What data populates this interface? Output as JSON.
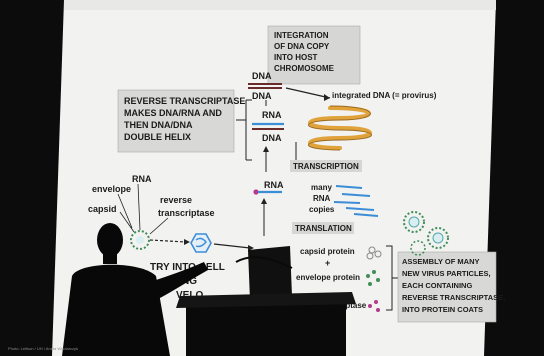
{
  "slide": {
    "integration_box": [
      "INTEGRATION",
      "OF DNA COPY",
      "INTO HOST",
      "CHROMOSOME"
    ],
    "rt_box": [
      "REVERSE TRANSCRIPTASE",
      "MAKES DNA/RNA AND",
      "THEN DNA/DNA",
      "DOUBLE HELIX"
    ],
    "assembly_box": [
      "ASSEMBLY OF MANY",
      "NEW VIRUS PARTICLES,",
      "EACH CONTAINING",
      "REVERSE TRANSCRIPTASE,",
      "INTO PROTEIN COATS"
    ],
    "dna_top": "DNA",
    "dna_bottom": "DNA",
    "rna_mid": "RNA",
    "dna_mid": "DNA",
    "rna_lower": "RNA",
    "integrated_dna": "integrated DNA (= provirus)",
    "transcription": "TRANSCRIPTION",
    "many_rna_copies": [
      "many",
      "RNA",
      "copies"
    ],
    "translation": "TRANSLATION",
    "capsid_protein": "capsid protein",
    "plus": "+",
    "envelope_protein": "envelope protein",
    "transcriptase": "transcriptase",
    "virus_labels": {
      "rna": "RNA",
      "envelope": "envelope",
      "capsid": "capsid",
      "reverse": "reverse",
      "transcriptase": "transcriptase"
    },
    "partial_entry": [
      "TRY INTO CELL",
      "DING",
      "VELO"
    ]
  },
  "credit": "Photo: Leifson / UH / Aneta Wlodarczyk",
  "colors": {
    "screen": "#f4f4f2",
    "box_fill": "#dcdcda",
    "dna_red": "#6a2a2a",
    "rna_blue": "#3c8dd8",
    "provirus_orange": "#e0a23a",
    "virus_green": "#3f8d5a",
    "protein_purple": "#b43a8c"
  }
}
